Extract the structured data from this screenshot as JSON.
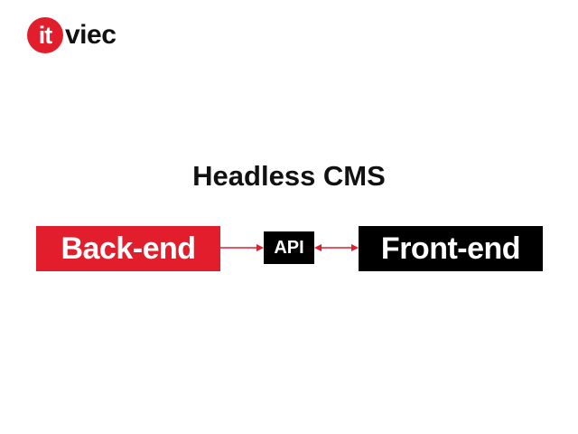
{
  "logo": {
    "badge_text": "it",
    "word_text": "viec",
    "badge_color": "#e21e2d"
  },
  "diagram": {
    "title": "Headless CMS",
    "backend": {
      "label": "Back-end",
      "color": "#e21e2d"
    },
    "api": {
      "label": "API",
      "color": "#000000"
    },
    "frontend": {
      "label": "Front-end",
      "color": "#000000"
    },
    "arrow_color": "#e21e2d",
    "connections": [
      {
        "from": "Back-end",
        "to": "API",
        "direction": "one-way"
      },
      {
        "from": "API",
        "to": "Front-end",
        "direction": "two-way"
      }
    ]
  }
}
